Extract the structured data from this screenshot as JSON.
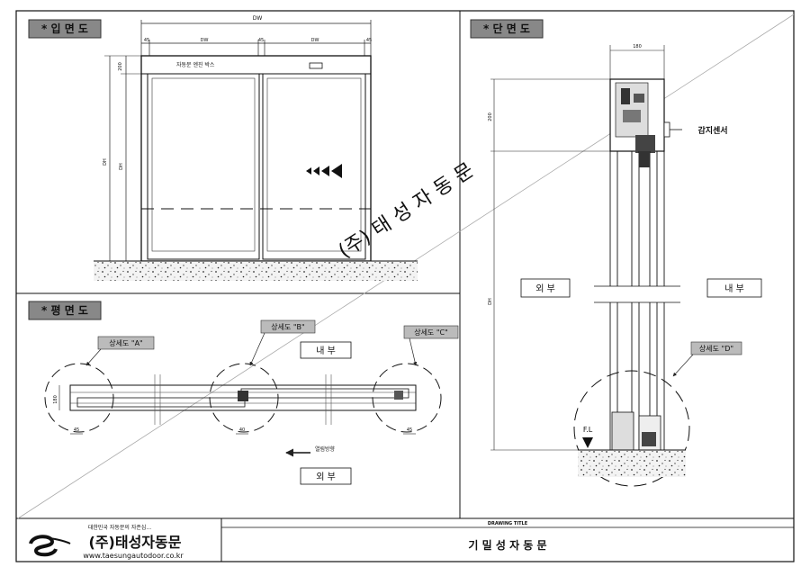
{
  "sections": {
    "elevation": "* 입 면 도",
    "plan": "* 평 면 도",
    "section": "* 단 면 도"
  },
  "elevation": {
    "dw_total": "DW",
    "dims_top": [
      "45",
      "DW",
      "45",
      "DW",
      "45"
    ],
    "dim_200": "200",
    "dim_dh_outer": "DH",
    "dim_dh_inner": "DH",
    "box_label": "자동문 엔진 박스"
  },
  "plan": {
    "detail_a": "상세도 \"A\"",
    "detail_b": "상세도 \"B\"",
    "detail_c": "상세도 \"C\"",
    "inside": "내 부",
    "outside": "외 부",
    "dim_180": "180",
    "dim_45_left": "45",
    "dim_40": "40",
    "dim_45_right": "45",
    "direction": "열림방향"
  },
  "section": {
    "dim_180": "180",
    "dim_200": "200",
    "dim_dh": "DH",
    "sensor": "감지센서",
    "outside": "외 부",
    "inside": "내 부",
    "detail_d": "상세도 \"D\"",
    "fl": "F.L"
  },
  "watermark": "(주) 태 성 자 동 문",
  "title_block": {
    "tagline": "대한민국 자동문의 자존심...",
    "company": "(주)태성자동문",
    "website": "www.taesungautodoor.co.kr",
    "drawing_title_label": "DRAWING TITLE",
    "drawing_title": "기 밀 성 자 동 문"
  }
}
